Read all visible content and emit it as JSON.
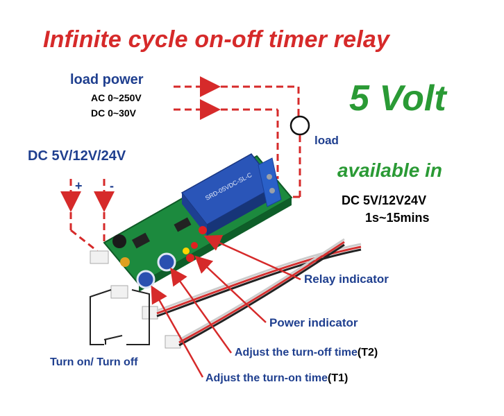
{
  "title": "Infinite cycle on-off timer relay",
  "load_power": {
    "heading": "load power",
    "ac": "AC 0~250V",
    "dc": "DC 0~30V",
    "load": "load"
  },
  "dc_input": {
    "heading": "DC 5V/12V/24V",
    "plus": "+",
    "minus": "-"
  },
  "highlight": {
    "voltage": "5 Volt",
    "available_heading": "available in",
    "available_voltages": "DC 5V/12V24V",
    "time_range": "1s~15mins"
  },
  "relay_marking": "SRD-05VDC-SL-C",
  "callouts": {
    "relay_indicator": "Relay indicator",
    "power_indicator": "Power indicator",
    "turn_off_time": "Adjust the turn-off time",
    "turn_off_tag": "(T2)",
    "turn_on_time": "Adjust the turn-on time",
    "turn_on_tag": "(T1)",
    "switch": "Turn on/ Turn off"
  },
  "colors": {
    "title": "#d62a2a",
    "arrows": "#d62a2a",
    "labels": "#1f3f8f",
    "highlight": "#2a9a35",
    "relay_body": "#2a55b8",
    "pcb": "#1c8a3e"
  }
}
